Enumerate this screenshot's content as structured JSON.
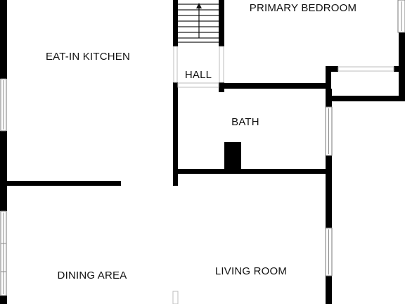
{
  "floorplan": {
    "rooms": {
      "primary_bedroom": "PRIMARY BEDROOM",
      "eat_in_kitchen": "EAT-IN KITCHEN",
      "hall": "HALL",
      "bath": "BATH",
      "dining_area": "DINING AREA",
      "living_room": "LIVING ROOM"
    }
  }
}
